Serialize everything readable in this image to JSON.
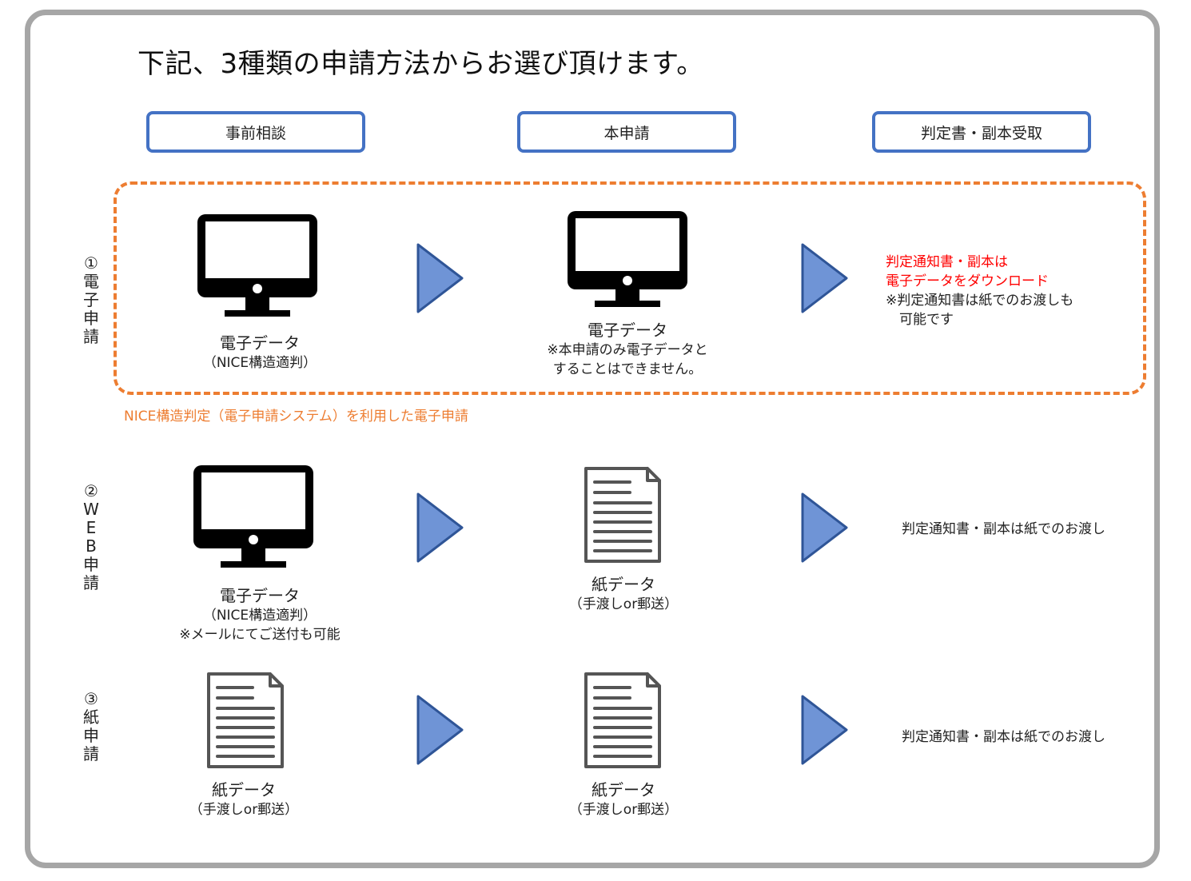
{
  "title": "下記、3種類の申請方法からお選び頂けます。",
  "stages": [
    {
      "label": "事前相談"
    },
    {
      "label": "本申請"
    },
    {
      "label": "判定書・副本受取"
    }
  ],
  "colors": {
    "frame": "#a6a6a6",
    "stage_border": "#4472c4",
    "dashed_highlight": "#ed7d31",
    "arrow_fill": "#6f94d6",
    "arrow_stroke": "#2f5597",
    "red_text": "#ff0000"
  },
  "rows": [
    {
      "label_chars": [
        "①",
        "電",
        "子",
        "申",
        "請"
      ],
      "highlight_caption": "NICE構造判定（電子申請システム）を利用した電子申請",
      "consult": {
        "icon": "monitor-icon",
        "main": "電子データ",
        "sub": [
          "（NICE構造適判）"
        ]
      },
      "apply": {
        "icon": "monitor-icon",
        "main": "電子データ",
        "sub": [
          "※本申請のみ電子データと",
          "することはできません。"
        ]
      },
      "receive": {
        "red_lines": [
          "判定通知書・副本は",
          "電子データをダウンロード"
        ],
        "lines": [
          "※判定通知書は紙でのお渡しも",
          "　可能です"
        ]
      }
    },
    {
      "label_chars": [
        "②",
        "W",
        "E",
        "B",
        "申",
        "請"
      ],
      "consult": {
        "icon": "monitor-icon",
        "main": "電子データ",
        "sub": [
          "（NICE構造適判）",
          "※メールにてご送付も可能"
        ]
      },
      "apply": {
        "icon": "document-icon",
        "main": "紙データ",
        "sub": [
          "（手渡しor郵送）"
        ]
      },
      "receive": {
        "lines": [
          "判定通知書・副本は紙でのお渡し"
        ]
      }
    },
    {
      "label_chars": [
        "③",
        "紙",
        "申",
        "請"
      ],
      "consult": {
        "icon": "document-icon",
        "main": "紙データ",
        "sub": [
          "（手渡しor郵送）"
        ]
      },
      "apply": {
        "icon": "document-icon",
        "main": "紙データ",
        "sub": [
          "（手渡しor郵送）"
        ]
      },
      "receive": {
        "lines": [
          "判定通知書・副本は紙でのお渡し"
        ]
      }
    }
  ]
}
